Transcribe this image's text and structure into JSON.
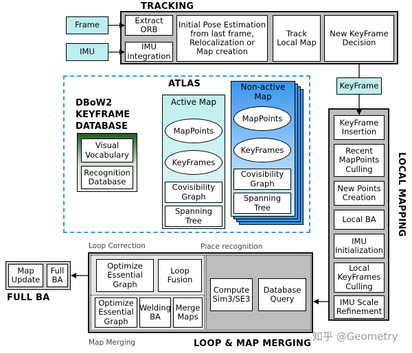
{
  "tracking": {
    "title": "TRACKING",
    "inputs": {
      "frame": "Frame",
      "imu": "IMU"
    },
    "extract_orb": "Extract\nORB",
    "imu_integration": "IMU\nintegration",
    "pose_estimation": "Initial Pose Estimation\nfrom last frame,\nRelocalization or\nMap creation",
    "track_local_map": "Track\nLocal Map",
    "new_keyframe_decision": "New KeyFrame\nDecision"
  },
  "keyframe_label": "KeyFrame",
  "atlas": {
    "title": "ATLAS",
    "dbow2_title": "DBoW2\nKEYFRAME\nDATABASE",
    "visual_vocabulary": "Visual\nVocabulary",
    "recognition_database": "Recognition\nDatabase",
    "active_map": {
      "title": "Active Map",
      "mappoints": "MapPoints",
      "keyframes": "KeyFrames",
      "covisibility_graph": "Covisibility\nGraph",
      "spanning_tree": "Spanning\nTree"
    },
    "non_active_map": {
      "title": "Non-active\nMap",
      "mappoints": "MapPoints",
      "keyframes": "KeyFrames",
      "covisibility_graph": "Covisibility\nGraph",
      "spanning_tree": "Spanning\nTree"
    }
  },
  "local_mapping": {
    "title": "LOCAL MAPPING",
    "steps": [
      "KeyFrame\nInsertion",
      "Recent\nMapPoints\nCulling",
      "New Points\nCreation",
      "Local BA",
      "IMU\nInitialization",
      "Local\nKeyFrames\nCulling",
      "IMU Scale\nRefinement"
    ]
  },
  "loop_map_merging": {
    "title": "LOOP & MAP MERGING",
    "loop_correction_label": "Loop Correction",
    "place_recognition_label": "Place recognition",
    "map_merging_label": "Map Merging",
    "optimize_essential_graph_1": "Optimize\nEssential\nGraph",
    "loop_fusion": "Loop\nFusion",
    "optimize_essential_graph_2": "Optimize\nEssential\nGraph",
    "welding_ba": "Welding\nBA",
    "merge_maps": "Merge\nMaps",
    "compute_sim3": "Compute\nSim3/SE3",
    "database_query": "Database\nQuery"
  },
  "full_ba": {
    "title": "FULL BA",
    "map_update": "Map\nUpdate",
    "full_ba_box": "Full\nBA"
  },
  "watermark": "知乎 @Geometry",
  "colors": {
    "cyan": "#bfeeee",
    "gray": "#bdbdbd",
    "atlas_dash": "#3399dd",
    "nonactive_blue": "#3a95ef",
    "dbow_green": "#1f5a1f"
  }
}
